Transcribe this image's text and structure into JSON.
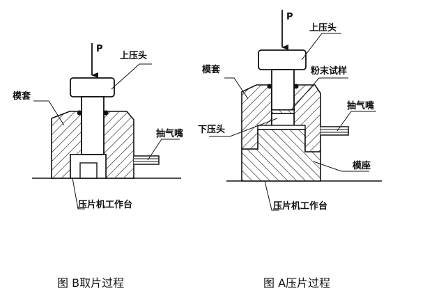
{
  "figure_b": {
    "force": "P",
    "upper_punch": "上压头",
    "die_sleeve": "模套",
    "exhaust_nozzle": "抽气嘴",
    "worktable": "压片机工作台",
    "caption": "图 B取片过程"
  },
  "figure_a": {
    "force": "P",
    "upper_punch": "上压头",
    "die_sleeve": "模套",
    "powder_sample": "粉末试样",
    "exhaust_nozzle": "抽气嘴",
    "lower_punch": "下压头",
    "die_base": "模座",
    "worktable": "压片机工作台",
    "caption": "图 A压片过程"
  }
}
